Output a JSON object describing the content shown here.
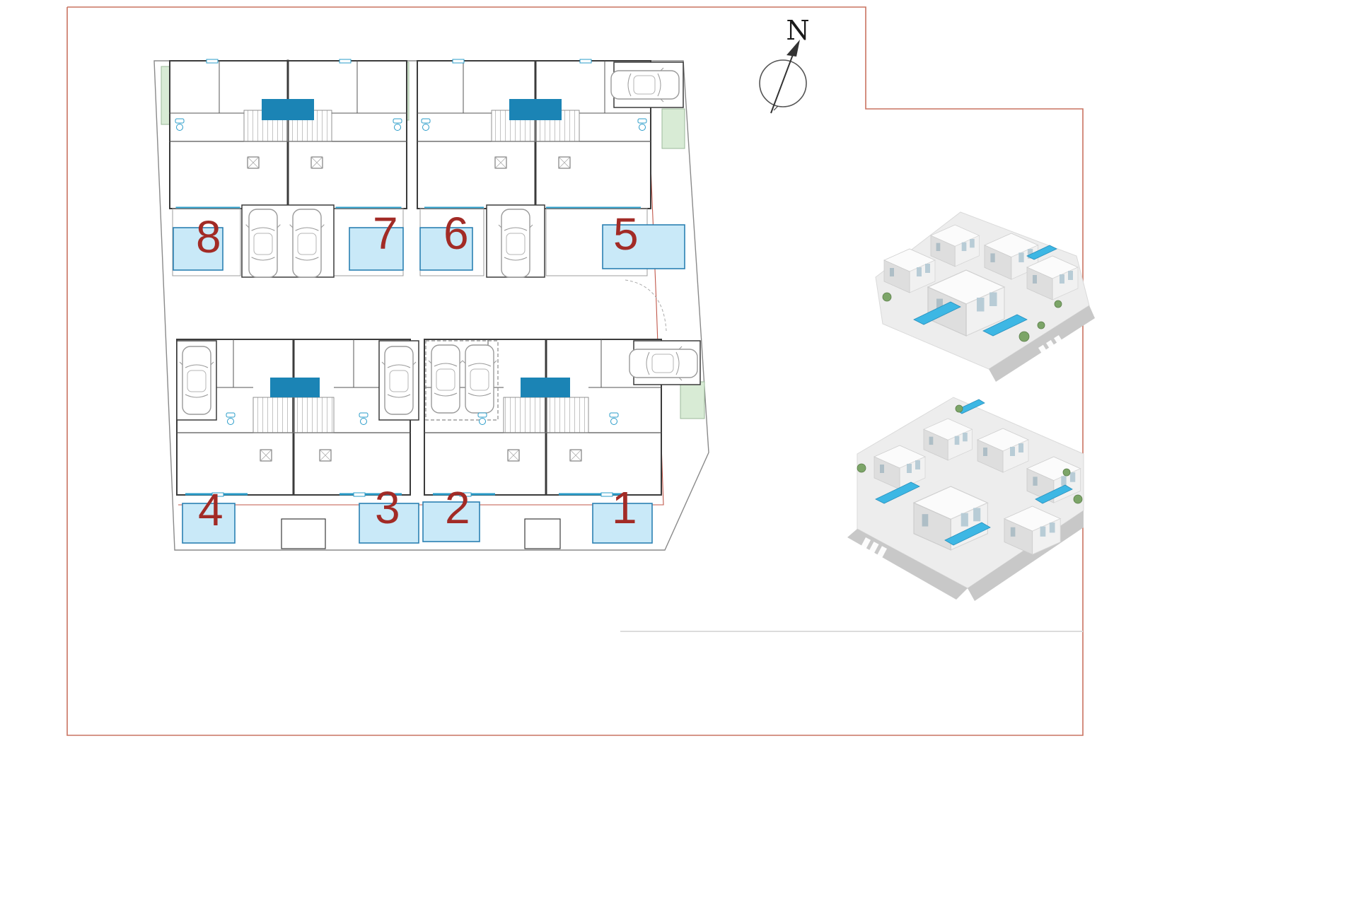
{
  "compass": {
    "label": "N"
  },
  "units": [
    {
      "label": "1"
    },
    {
      "label": "2"
    },
    {
      "label": "3"
    },
    {
      "label": "4"
    },
    {
      "label": "5"
    },
    {
      "label": "6"
    },
    {
      "label": "7"
    },
    {
      "label": "8"
    }
  ],
  "colors": {
    "pool_fill": "#c9e9f8",
    "pool_border": "#2b80b2",
    "accent": "#1b84b5",
    "green": "#d8ebd5",
    "number": "#a22b26",
    "plot_line": "#8a8a8a",
    "boundary_red": "#c97360",
    "render_pool": "#3db7e4"
  },
  "icons": {
    "north_arrow": "arrow-up",
    "car": "car-outline",
    "stairs": "tread-hatch",
    "table": "square-cross"
  }
}
